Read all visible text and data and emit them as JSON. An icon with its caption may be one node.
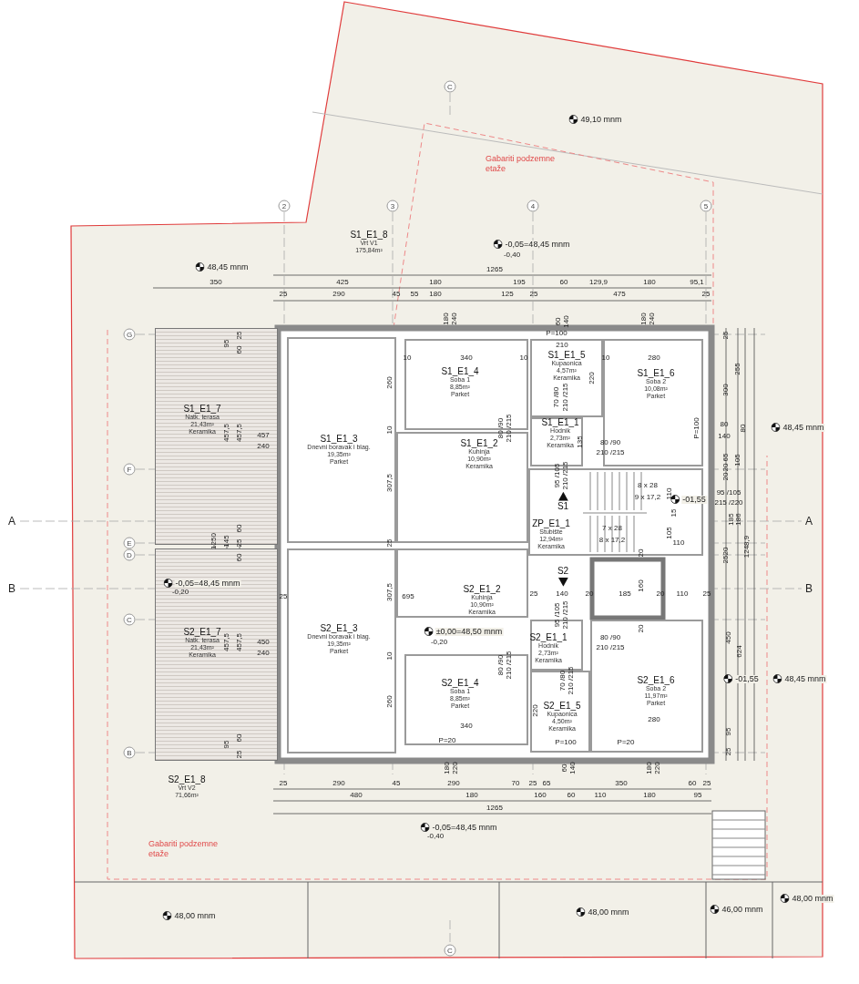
{
  "diagram": {
    "nodes": [
      {
        "text": [
          "S1_E1_8",
          "Vrt V1",
          "175,84m²"
        ]
      },
      {
        "text": [
          "S1_E1_7",
          "Natk. terasa",
          "21,43m²",
          "Keramika"
        ]
      },
      {
        "text": [
          "S1_E1_3",
          "Dnevni boravak i blag.",
          "19,35m²",
          "Parket"
        ]
      },
      {
        "text": [
          "S1_E1_4",
          "Soba 1",
          "8,85m²",
          "Parket"
        ]
      },
      {
        "text": [
          "S1_E1_2",
          "Kuhinja",
          "10,90m²",
          "Keramika"
        ]
      },
      {
        "text": [
          "S1_E1_5",
          "Kupaonica",
          "4,57m²",
          "Keramika"
        ]
      },
      {
        "text": [
          "S1_E1_6",
          "Soba 2",
          "10,08m²",
          "Parket"
        ]
      },
      {
        "text": [
          "S1_E1_1",
          "Hodnik",
          "2,73m²",
          "Keramika"
        ]
      },
      {
        "text": [
          "ZP_E1_1",
          "Stubište",
          "12,94m²",
          "Keramika"
        ]
      },
      {
        "text": [
          "S2_E1_2",
          "Kuhinja",
          "10,90m²",
          "Keramika"
        ]
      },
      {
        "text": [
          "S2_E1_7",
          "Natk. terasa",
          "21,43m²",
          "Keramika"
        ]
      },
      {
        "text": [
          "S2_E1_3",
          "Dnevni boravak i blag.",
          "19,35m²",
          "Parket"
        ]
      },
      {
        "text": [
          "S2_E1_4",
          "Soba 1",
          "8,85m²",
          "Parket"
        ]
      },
      {
        "text": [
          "S2_E1_1",
          "Hodnik",
          "2,73m²",
          "Keramika"
        ]
      },
      {
        "text": [
          "S2_E1_5",
          "Kupaonica",
          "4,50m²",
          "Keramika"
        ]
      },
      {
        "text": [
          "S2_E1_6",
          "Soba 2",
          "11,97m²",
          "Parket"
        ]
      },
      {
        "text": [
          "S2_E1_8",
          "Vrt V2",
          "71,66m²"
        ]
      }
    ],
    "labels": [
      "C",
      "49,10 mnm",
      "Gabariti podzemne etaže",
      "2",
      "3",
      "4",
      "5",
      "-0,05=48,45 mnm",
      "-0,40",
      "48,45 mnm",
      "1265",
      "350",
      "425",
      "180",
      "195",
      "60",
      "129,9",
      "180",
      "95,1",
      "25",
      "290",
      "45",
      "55",
      "180",
      "125",
      "25",
      "475",
      "25",
      "180",
      "240",
      "60",
      "140",
      "180",
      "240",
      "G",
      "25",
      "95",
      "25",
      "60",
      "P=100",
      "210",
      "10",
      "340",
      "10",
      "10",
      "280",
      "255",
      "260",
      "220",
      "300",
      "70 /80",
      "210 /215",
      "10",
      "80 /90",
      "210 /215",
      "P=100",
      "80",
      "140",
      "80",
      "457",
      "240",
      "457,5",
      "457,5",
      "135",
      "80 /90",
      "210 /215",
      "65",
      "105",
      "F",
      "20",
      "20",
      "95 /105",
      "210 /215",
      "8 x 28",
      "9 x 17,2",
      "110",
      "95 /105",
      "215 /220",
      "S1",
      "-01,55",
      "A",
      "15",
      "185",
      "186",
      "A",
      "7 x 28",
      "8 x 17,2",
      "105",
      "1250",
      "145",
      "60",
      "25",
      "60",
      "E",
      "D",
      "110",
      "1248,9",
      "20",
      "20",
      "25",
      "S2",
      "160",
      "-0,05=48,45 mnm",
      "-0,20",
      "B",
      "B",
      "25",
      "695",
      "25",
      "140",
      "20",
      "185",
      "20",
      "110",
      "25",
      "307,5",
      "307,5",
      "25",
      "20",
      "C",
      "95 /105",
      "210 /215",
      "±0,00=48,50 mnm",
      "-0,20",
      "450",
      "80 /90",
      "210 /215",
      "450",
      "240",
      "457,5",
      "457,5",
      "624",
      "10",
      "80 /90",
      "210 /215",
      "70 /80",
      "210 /215",
      "-01,55",
      "48,45 mnm",
      "260",
      "220",
      "280",
      "340",
      "95",
      "95",
      "60",
      "P=20",
      "P=100",
      "P=20",
      "B",
      "25",
      "25",
      "180",
      "220",
      "60",
      "140",
      "180",
      "220",
      "25",
      "290",
      "45",
      "290",
      "70",
      "25",
      "65",
      "350",
      "60",
      "25",
      "480",
      "180",
      "160",
      "60",
      "110",
      "180",
      "95",
      "1265",
      "-0,05=48,45 mnm",
      "-0,40",
      "Gabariti podzemne etaže",
      "48,00 mnm",
      "48,00 mnm",
      "46,00 mnm",
      "48,00 mnm",
      "C",
      "48,45 mnm"
    ]
  }
}
